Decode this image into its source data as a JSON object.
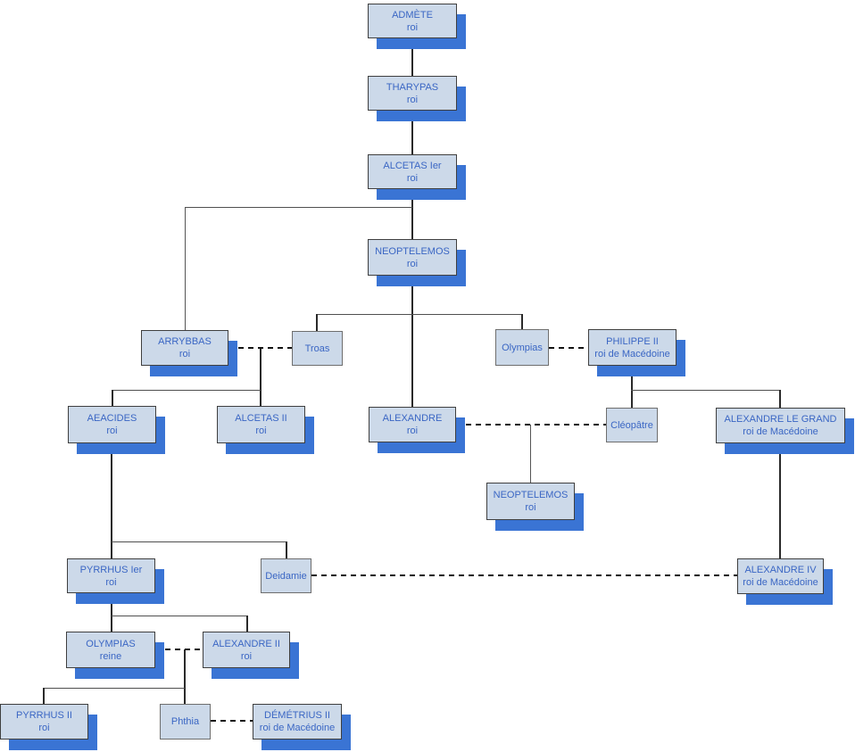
{
  "diagram": {
    "type": "family-tree",
    "subject": "Dynastie royale d'Épire",
    "colors": {
      "box_fill": "#ccd9e9",
      "box_shadow": "#3a74d4",
      "text": "#3a66c4",
      "line": "#4f4f4f",
      "background": "#ffffff"
    }
  },
  "nodes": {
    "admete": {
      "title": "ADMÈTE",
      "subtitle": "roi"
    },
    "tharypas": {
      "title": "THARYPAS",
      "subtitle": "roi"
    },
    "alcetas1": {
      "title": "ALCETAS Ier",
      "subtitle": "roi"
    },
    "neoptelemos1": {
      "title": "NEOPTELEMOS",
      "subtitle": "roi"
    },
    "arrybbas": {
      "title": "ARRYBBAS",
      "subtitle": "roi"
    },
    "troas": {
      "title": "Troas",
      "subtitle": ""
    },
    "olympias1": {
      "title": "Olympias",
      "subtitle": ""
    },
    "philippe2": {
      "title": "PHILIPPE II",
      "subtitle": "roi de Macédoine"
    },
    "aeacides": {
      "title": "AEACIDES",
      "subtitle": "roi"
    },
    "alcetas2": {
      "title": "ALCETAS II",
      "subtitle": "roi"
    },
    "alexandre": {
      "title": "ALEXANDRE",
      "subtitle": "roi"
    },
    "cleopatre": {
      "title": "Cléopâtre",
      "subtitle": ""
    },
    "alexandre_le_grand": {
      "title": "ALEXANDRE LE GRAND",
      "subtitle": "roi de Macédoine"
    },
    "neoptelemos2": {
      "title": "NEOPTELEMOS",
      "subtitle": "roi"
    },
    "pyrrhus1": {
      "title": "PYRRHUS Ier",
      "subtitle": "roi"
    },
    "deidamie": {
      "title": "Deidamie",
      "subtitle": ""
    },
    "alexandre4": {
      "title": "ALEXANDRE IV",
      "subtitle": "roi de Macédoine"
    },
    "olympias2": {
      "title": "OLYMPIAS",
      "subtitle": "reine"
    },
    "alexandre2": {
      "title": "ALEXANDRE II",
      "subtitle": "roi"
    },
    "pyrrhus2": {
      "title": "PYRRHUS II",
      "subtitle": "roi"
    },
    "phthia": {
      "title": "Phthia",
      "subtitle": ""
    },
    "demetrius2": {
      "title": "DÉMÉTRIUS II",
      "subtitle": "roi de Macédoine"
    }
  }
}
